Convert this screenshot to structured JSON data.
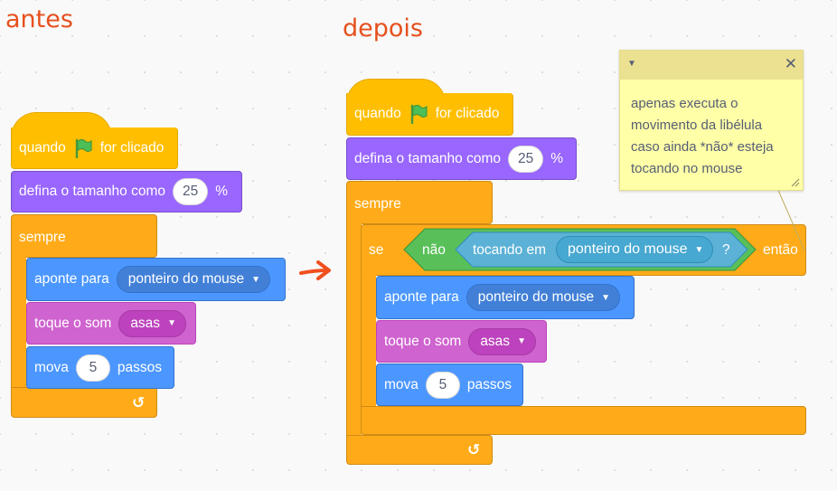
{
  "labels": {
    "before": "antes",
    "after": "depois"
  },
  "blocks": {
    "when_prefix": "quando",
    "when_suffix": "for clicado",
    "set_size": "defina o tamanho como",
    "set_size_value": "25",
    "set_size_unit": "%",
    "forever": "sempre",
    "point_towards": "aponte para",
    "mouse_pointer": "ponteiro do mouse",
    "play_sound": "toque o som",
    "sound_name": "asas",
    "move": "mova",
    "move_value": "5",
    "steps": "passos",
    "if": "se",
    "then": "então",
    "not": "não",
    "touching": "tocando em",
    "question": "?"
  },
  "comment": {
    "text": "apenas executa o\nmovimento da libélula\ncaso ainda *não* esteja\ntocando no mouse"
  },
  "icons": {
    "flag": "green-flag-icon",
    "dropdown": "caret-down-icon",
    "loop": "loop-arrow-icon",
    "close": "close-icon",
    "collapse": "collapse-icon",
    "arrow": "red-arrow-icon"
  },
  "colors": {
    "events": "#ffbf00",
    "looks": "#9966ff",
    "motion": "#4c97ff",
    "sound": "#cf63cf",
    "control": "#ffab19",
    "operators": "#59c059",
    "sensing": "#5cb1d6",
    "title": "#e6501e"
  }
}
